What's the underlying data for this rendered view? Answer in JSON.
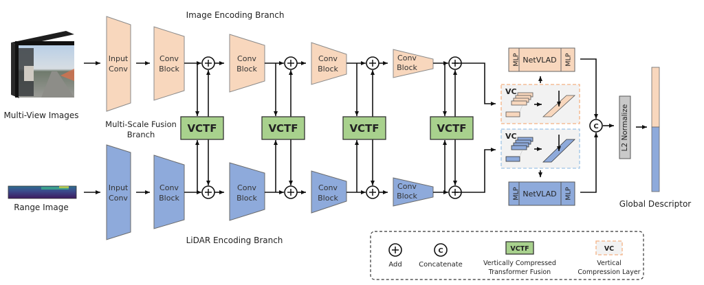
{
  "title_labels": {
    "image_branch": "Image Encoding Branch",
    "lidar_branch": "LiDAR Encoding Branch",
    "fusion_branch_line1": "Multi-Scale Fusion",
    "fusion_branch_line2": "Branch"
  },
  "inputs": {
    "multi_view": "Multi-View Images",
    "range": "Range Image"
  },
  "blocks": {
    "input_conv_line1": "Input",
    "input_conv_line2": "Conv",
    "conv_block_line1": "Conv",
    "conv_block_line2": "Block",
    "vctf": "VCTF",
    "vc": "VC",
    "mlp": "MLP",
    "netvlad": "NetVLAD",
    "l2_normalize": "L2 Normalize",
    "concat_symbol": "C"
  },
  "output": {
    "global_descriptor": "Global Descriptor"
  },
  "legend": {
    "add": "Add",
    "concatenate": "Concatenate",
    "vctf_box": "VCTF",
    "vctf_desc_line1": "Vertically Compressed",
    "vctf_desc_line2": "Transformer Fusion",
    "vc_box": "VC",
    "vc_desc_line1": "Vertical",
    "vc_desc_line2": "Compression Layer"
  },
  "colors": {
    "image_branch": "#f8d7bd",
    "lidar_branch": "#8eaadb",
    "vctf": "#a8d18d",
    "l2_box": "#c9c9c9"
  }
}
